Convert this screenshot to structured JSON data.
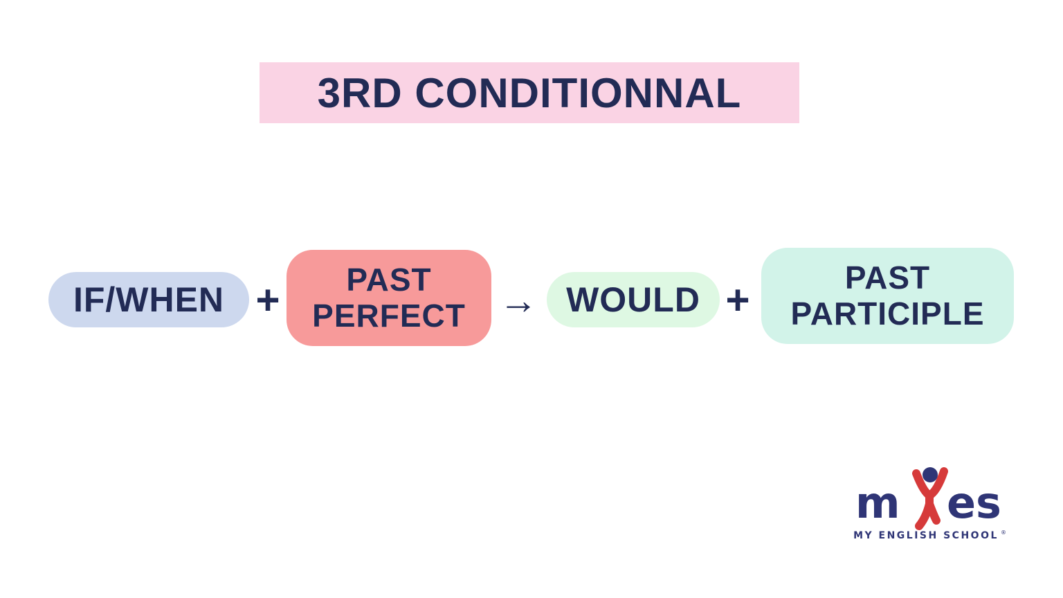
{
  "title": "3RD CONDITIONNAL",
  "formula": {
    "if_when": "IF/WHEN",
    "plus_1": "+",
    "past_perfect_line1": "PAST",
    "past_perfect_line2": "PERFECT",
    "arrow": "→",
    "would": "WOULD",
    "plus_2": "+",
    "past_participle_line1": "PAST",
    "past_participle_line2": "PARTICIPLE"
  },
  "logo": {
    "wordmark_left": "m",
    "wordmark_right": "es",
    "person_icon": "person-arms-raised-icon",
    "tagline": "MY ENGLISH SCHOOL",
    "registered_mark": "®"
  },
  "colors": {
    "background": "#ffffff",
    "navy_text": "#222b55",
    "title_banner_pink": "#fad3e4",
    "if_when_blue": "#cdd8ee",
    "past_perfect_red": "#f79a9a",
    "would_green": "#def8e3",
    "past_participle_mint": "#d2f3e9",
    "logo_red": "#d63a3a",
    "logo_navy": "#2f3576"
  }
}
